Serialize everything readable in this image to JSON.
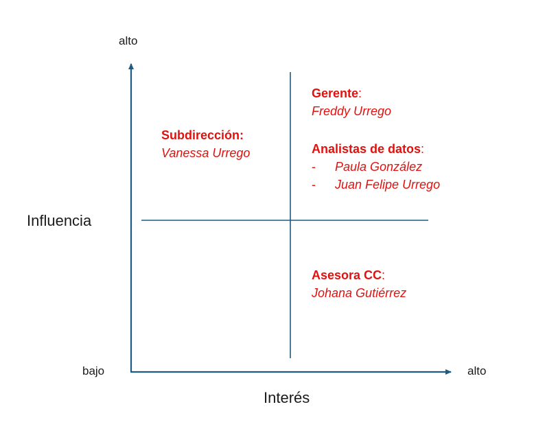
{
  "axes": {
    "y_top_label": "alto",
    "y_axis_title": "Influencia",
    "origin_label": "bajo",
    "x_right_label": "alto",
    "x_axis_title": "Interés"
  },
  "quadrants": {
    "top_left": {
      "heading": "Subdirección",
      "heading_suffix": ":",
      "name": "Vanessa Urrego"
    },
    "top_right": {
      "manager": {
        "heading": "Gerente",
        "heading_suffix": ":",
        "name": "Freddy Urrego"
      },
      "analysts": {
        "heading": "Analistas de datos",
        "heading_suffix": ":",
        "items": [
          {
            "dash": "-",
            "name": "Paula González"
          },
          {
            "dash": "-",
            "name": "Juan Felipe Urrego"
          }
        ]
      }
    },
    "bottom_right": {
      "heading": "Asesora CC",
      "heading_suffix": ":",
      "name": "Johana Gutiérrez"
    }
  },
  "colors": {
    "axis_line": "#1f5a80",
    "highlight_text": "#e0120f",
    "label_text": "#1a1a1a"
  }
}
